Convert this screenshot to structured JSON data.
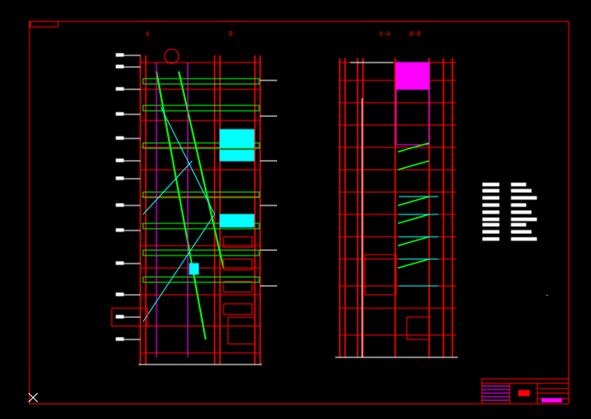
{
  "drawing": {
    "section_labels": {
      "elevation_axis_a": "A",
      "elevation_axis_b": "B",
      "section_a": "A-A",
      "section_b": "B-B"
    },
    "colors": {
      "background": "#000000",
      "frame": "#ff0000",
      "steel": "#ff0000",
      "platforms": "#00ff00",
      "ducts": "#00ffff",
      "equipment": "#ff00ff",
      "annotations": "#ffffff"
    }
  }
}
